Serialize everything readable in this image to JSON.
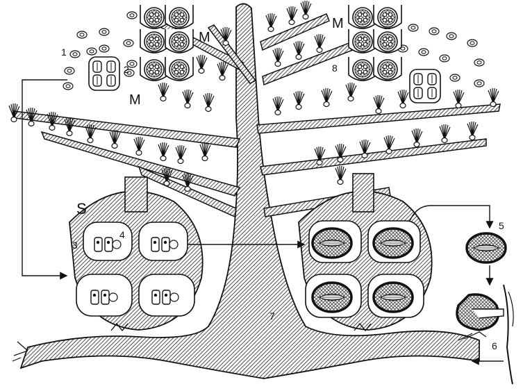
{
  "labels": {
    "n1": "1",
    "n2": "2",
    "n3": "3",
    "n4": "4",
    "n5": "5",
    "n6": "6",
    "n7": "7",
    "n8": "8",
    "m_left": "M",
    "m_center": "M",
    "m_right": "M",
    "s": "S"
  },
  "colors": {
    "ink": "#111111",
    "paper": "#ffffff",
    "hatch_line": "#222222",
    "cross_hatch": "#444444"
  },
  "icons": {
    "flower": "brush-flower-icon",
    "anther": "anther-icon",
    "pollen": "pollen-grain-icon",
    "seed": "seed-icon"
  }
}
